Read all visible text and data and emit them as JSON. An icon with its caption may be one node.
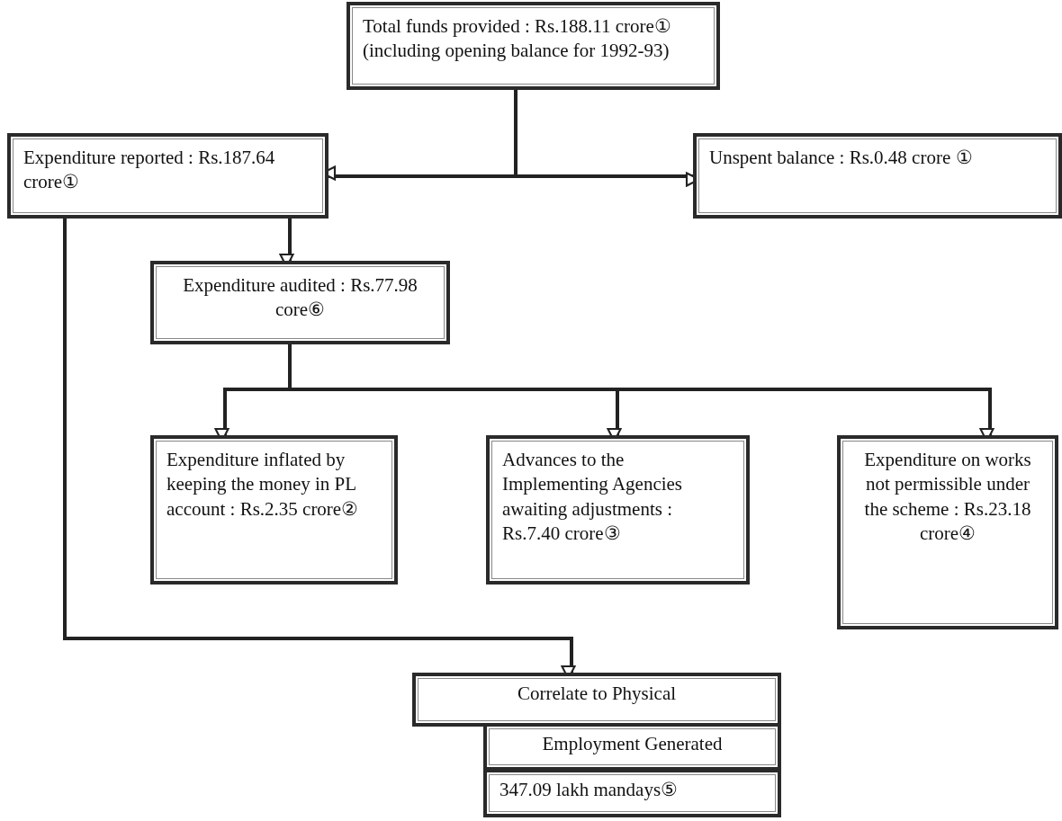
{
  "diagram": {
    "nodes": [
      {
        "text": [
          "Total funds provided : Rs.188.11 crore① (including opening balance for 1992-93)"
        ]
      },
      {
        "text": [
          "Expenditure reported : Rs.187.64 crore①"
        ]
      },
      {
        "text": [
          "Unspent balance : Rs.0.48 crore ①"
        ]
      },
      {
        "text": [
          "Expenditure audited : Rs.77.98 core⑥"
        ]
      },
      {
        "text": [
          "Expenditure inflated by keeping the money in PL account : Rs.2.35 crore②"
        ]
      },
      {
        "text": [
          "Advances to the Implementing Agencies awaiting adjustments : Rs.7.40 crore③"
        ]
      },
      {
        "text": [
          "Expenditure on works not permissible under the scheme : Rs.23.18 crore④"
        ]
      },
      {
        "text": [
          "Correlate to Physical"
        ]
      },
      {
        "text": [
          "Employment Generated"
        ]
      },
      {
        "text": [
          "347.09 lakh mandays⑤"
        ]
      }
    ],
    "edges": [
      {
        "from": 0,
        "to": 1,
        "arrow": "to"
      },
      {
        "from": 0,
        "to": 2,
        "arrow": "to"
      },
      {
        "from": 1,
        "to": 3,
        "arrow": "to"
      },
      {
        "from": 3,
        "to": 4,
        "arrow": "to"
      },
      {
        "from": 3,
        "to": 5,
        "arrow": "to"
      },
      {
        "from": 3,
        "to": 6,
        "arrow": "to"
      },
      {
        "from": 1,
        "to": 7,
        "arrow": "to"
      }
    ]
  }
}
